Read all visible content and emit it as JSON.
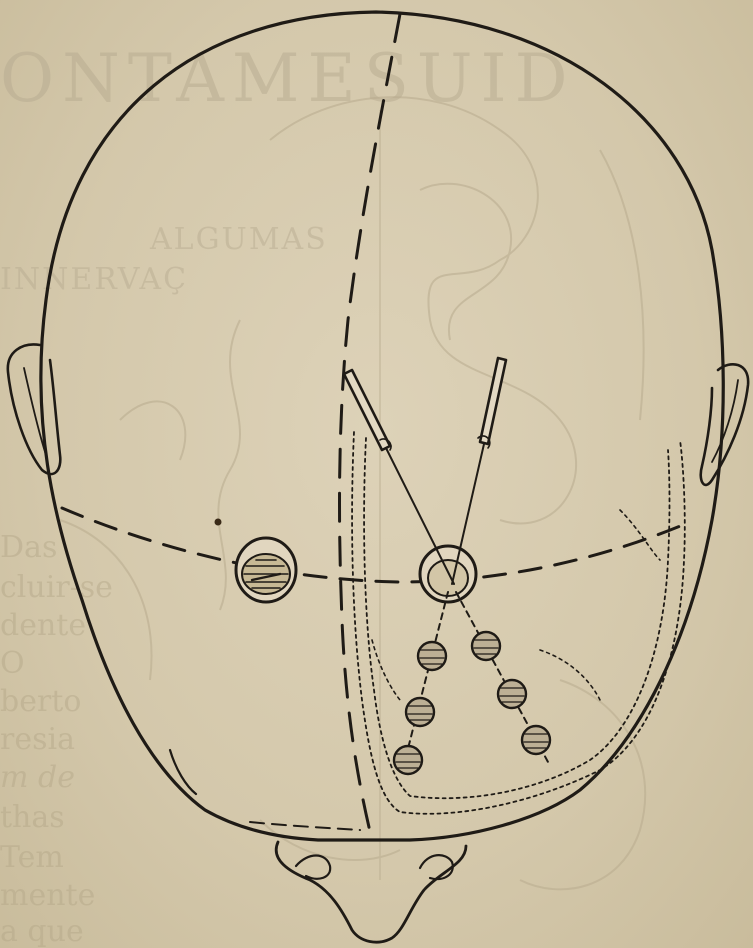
{
  "illustration": {
    "subject": "skull-top-view-with-trepanation-needles",
    "ink_color": "#1f1b16",
    "paper_color": "#d7cbb0"
  },
  "bleed_through_text": {
    "title": "ONTAMESUID",
    "heading_1": "ALGUMAS",
    "heading_2": "INNERVAÇ",
    "lines": [
      "Das",
      "cluir-se",
      "dente",
      "O",
      "berto",
      "resia",
      "m de",
      "thas",
      "Tem",
      "mente",
      "a que"
    ]
  }
}
